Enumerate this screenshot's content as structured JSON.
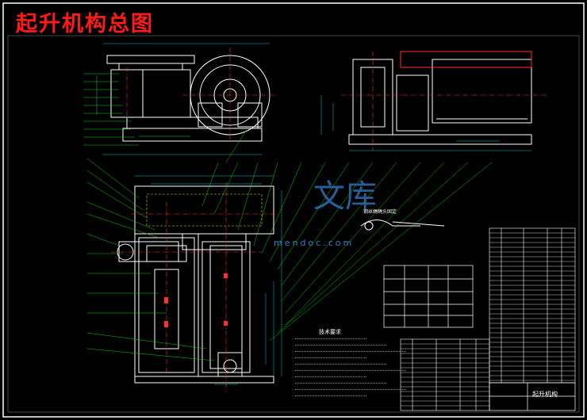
{
  "title": "起升机构总图",
  "watermark_cn": "文库",
  "watermark_url": "mendoc.com",
  "notes_title": "技术要求",
  "detail_label": "钢丝绳绳头固定",
  "drawing_name": "起升机构",
  "colors": {
    "background": "#000000",
    "title": "#ff1a1a",
    "lines": "#ffffff",
    "leaders": "#00d000",
    "dims": "#00c8c8",
    "centerlines": "#ff3030",
    "hidden": "#e0e000"
  }
}
